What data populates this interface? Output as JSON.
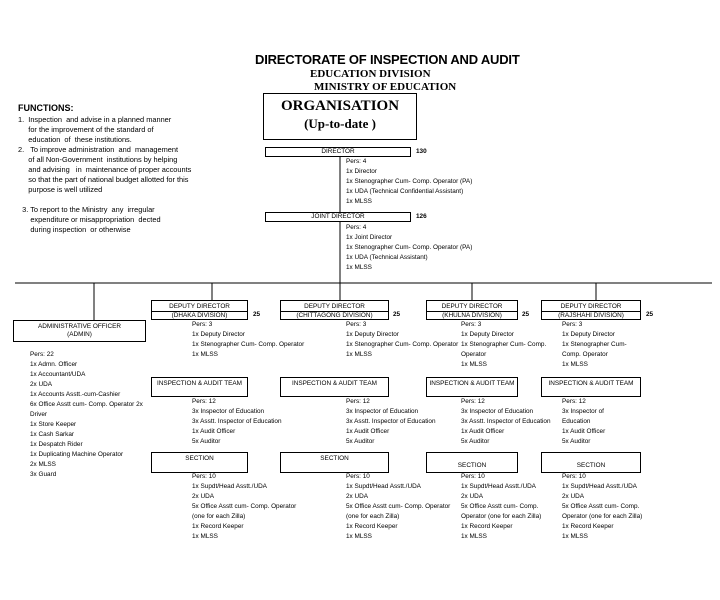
{
  "header": {
    "title": "DIRECTORATE OF INSPECTION AND AUDIT",
    "division": "EDUCATION DIVISION",
    "ministry": "MINISTRY OF EDUCATION",
    "org_line1": "ORGANISATION",
    "org_line2": "(Up-to-date )"
  },
  "functions": {
    "heading": "FUNCTIONS:",
    "lines": [
      "1.  Inspection  and advise in a planned manner",
      "     for the improvement of the standard of",
      "     education  of  these institutions.",
      "2.   To improve administration  and  management",
      "     of all Non-Government  institutions by helping",
      "     and advising   in  maintenance of proper accounts",
      "     so that the part of national budget allotted for this",
      "     purpose is well utilized",
      "",
      "  3. To report to the Ministry  any  irregular",
      "      expenditure or misappropriation  dected",
      "      during inspection  or otherwise"
    ]
  },
  "director": {
    "label": "DIRECTOR",
    "count": "130",
    "staff": [
      "Pers: 4",
      "1x Director",
      "1x Stenographer Cum- Comp. Operator (PA)",
      "1x UDA (Technical Confidential Assistant)",
      "1x MLSS"
    ]
  },
  "joint_director": {
    "label": "JOINT DIRECTOR",
    "count": "126",
    "staff": [
      "Pers: 4",
      "1x Joint Director",
      "1x Stenographer Cum- Comp. Operator (PA)",
      "1x UDA (Technical Assistant)",
      "1x MLSS"
    ]
  },
  "admin": {
    "label1": "ADMINISTRATIVE  OFFICER",
    "label2": "(ADMIN)",
    "staff": [
      "Pers: 22",
      "1x Admn. Officer",
      "1x Accountant/UDA",
      "2x UDA",
      "1x Accounts Asstt.-cum-Cashier",
      "6x Office Asstt cum- Comp. Operator 2x",
      "Driver",
      "1x Store Keeper",
      "1x Cash Sarkar",
      "1x Despatch Rider",
      "1x Duplicating Machine Operator",
      "2x MLSS",
      "3x Guard"
    ]
  },
  "divisions": [
    {
      "label1": "DEPUTY DIRECTOR",
      "label2": "(DHAKA DIVISION)",
      "count": "25",
      "staff": [
        "Pers: 3",
        "1x Deputy Director",
        "1x Stenographer Cum- Comp. Operator",
        "1x MLSS"
      ],
      "team_label": "INSPECTION & AUDIT TEAM",
      "team_staff": [
        "Pers: 12",
        "3x Inspector of Education",
        "3x Asstt. Inspector of Education",
        "1x Audit Officer",
        "5x Auditor"
      ],
      "section_label": "SECTION",
      "section_staff": [
        "Pers: 10",
        "1x Supdt/Head Asstt./UDA",
        "2x UDA",
        "5x Office Asstt cum- Comp. Operator",
        "   (one for each Zilla)",
        "1x Record Keeper",
        "1x MLSS"
      ]
    },
    {
      "label1": "DEPUTY DIRECTOR",
      "label2": "(CHITTAGONG  DIVISION)",
      "count": "25",
      "staff": [
        "Pers: 3",
        "1x Deputy Director",
        "1x Stenographer Cum- Comp. Operator",
        "1x MLSS"
      ],
      "team_label": "INSPECTION & AUDIT TEAM",
      "team_staff": [
        "Pers: 12",
        "3x Inspector of Education",
        "3x Asstt. Inspector of Education",
        "1x Audit Officer",
        "5x Auditor"
      ],
      "section_label": "SECTION",
      "section_staff": [
        "Pers: 10",
        "1x Supdt/Head Asstt./UDA",
        "2x UDA",
        "5x Office Asstt cum- Comp. Operator",
        "(one for each Zilla)",
        "1x Record Keeper",
        "1x MLSS"
      ]
    },
    {
      "label1": "DEPUTY DIRECTOR",
      "label2": "(KHULNA  DIVISION)",
      "count": "25",
      "staff": [
        "Pers: 3",
        "1x Deputy Director",
        "1x Stenographer Cum- Comp.",
        "Operator",
        "1x MLSS"
      ],
      "team_label": "INSPECTION & AUDIT TEAM",
      "team_staff": [
        "Pers: 12",
        "3x Inspector of Education",
        "3x Asstt. Inspector of Education",
        "1x Audit Officer",
        "5x Auditor"
      ],
      "section_label": "SECTION",
      "section_staff": [
        "Pers: 10",
        "1x Supdt/Head Asstt./UDA",
        "2x UDA",
        "5x Office Asstt cum- Comp.",
        "Operator (one for each Zilla)",
        "1x Record Keeper",
        "1x MLSS"
      ]
    },
    {
      "label1": "DEPUTY DIRECTOR",
      "label2": "(RAJSHAHI  DIVISION)",
      "count": "25",
      "staff": [
        "Pers: 3",
        "1x Deputy Director",
        "1x Stenographer Cum-",
        "Comp. Operator",
        "1x MLSS"
      ],
      "team_label": "INSPECTION  & AUDIT TEAM",
      "team_staff": [
        "Pers: 12",
        "3x Inspector of",
        "Education",
        "1x Audit Officer",
        "5x Auditor"
      ],
      "section_label": "SECTION",
      "section_staff": [
        "Pers: 10",
        "1x Supdt/Head Asstt./UDA",
        "2x UDA",
        "5x Office Asstt cum- Comp.",
        "Operator (one for each Zilla)",
        "1x Record Keeper",
        "1x MLSS"
      ]
    }
  ]
}
